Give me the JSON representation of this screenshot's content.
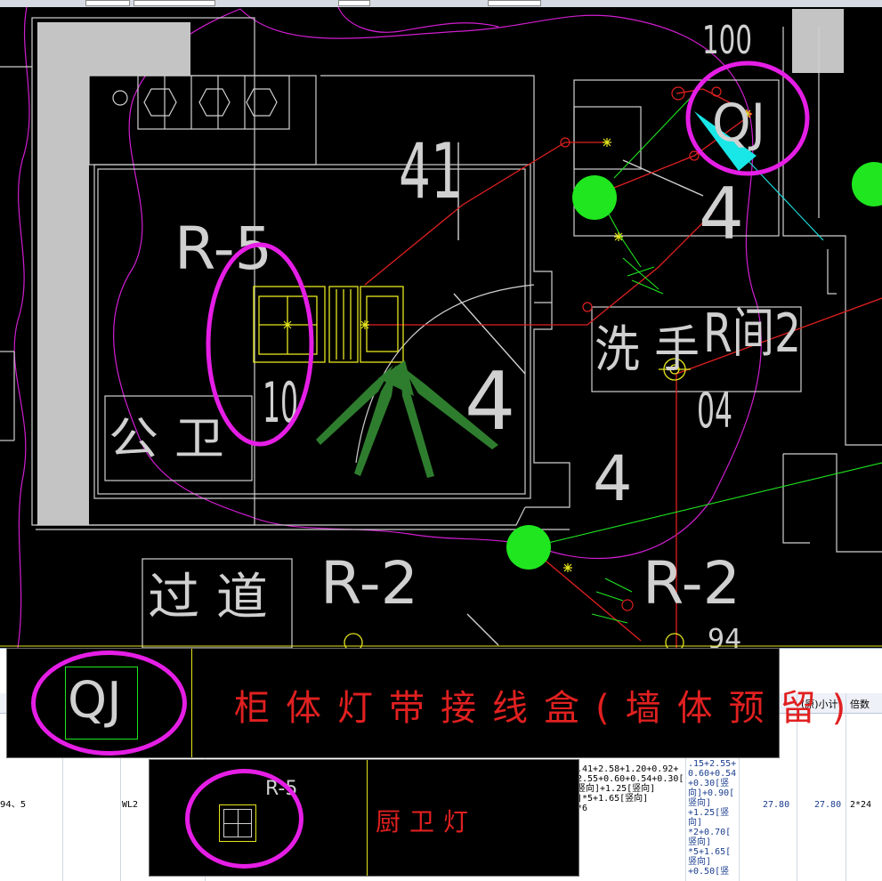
{
  "cad": {
    "room_labels": [
      {
        "key": "r5",
        "text": "R-5"
      },
      {
        "key": "r41",
        "text": "41"
      },
      {
        "key": "d4a",
        "text": "4"
      },
      {
        "key": "d4b",
        "text": "4"
      },
      {
        "key": "d4c",
        "text": "4"
      },
      {
        "key": "d10",
        "text": "10"
      },
      {
        "key": "d04",
        "text": "04"
      },
      {
        "key": "d100",
        "text": "100"
      },
      {
        "key": "gongwei",
        "text": "公 卫"
      },
      {
        "key": "guodao",
        "text": "过 道"
      },
      {
        "key": "xishou",
        "text": "洗 手"
      },
      {
        "key": "jian2",
        "text": "R间2"
      },
      {
        "key": "qj_small",
        "text": "QJ"
      },
      {
        "key": "r2a",
        "text": "R-2"
      },
      {
        "key": "r2b",
        "text": "R-2"
      },
      {
        "key": "r94",
        "text": "94"
      }
    ],
    "colors": {
      "wall": "#c8c8c8",
      "wire": "#e02020",
      "magenta": "#d01ed0",
      "green": "#1fe61f",
      "cyan": "#19e6e6",
      "yellow": "#e6e61e"
    }
  },
  "legend_qj": {
    "symbol": "QJ",
    "title": "柜体灯带接线盒(墙体预留)"
  },
  "legend_r5": {
    "symbol": "R-5",
    "title": "厨卫灯"
  },
  "table": {
    "headers": {
      "subtotal": "(原)小计",
      "multiplier": "倍数"
    },
    "row": {
      "name_fragment": "94、5",
      "circuit": "WL2",
      "formula_a": ".41+2.58+1.20+0.92+\n2.55+0.60+0.54+0.30[\n竖向]+1.25[竖向]\n]*5+1.65[竖向]\n*6",
      "formula_b": ".15+2.55+\n0.60+0.54\n+0.30[竖\n向]+0.90[\n竖向]\n+1.25[竖\n向]\n*2+0.70[\n竖向]\n*5+1.65[\n竖向]\n+0.50[竖",
      "value1": "27.80",
      "value2": "27.80",
      "multiplier": "2*24"
    }
  }
}
